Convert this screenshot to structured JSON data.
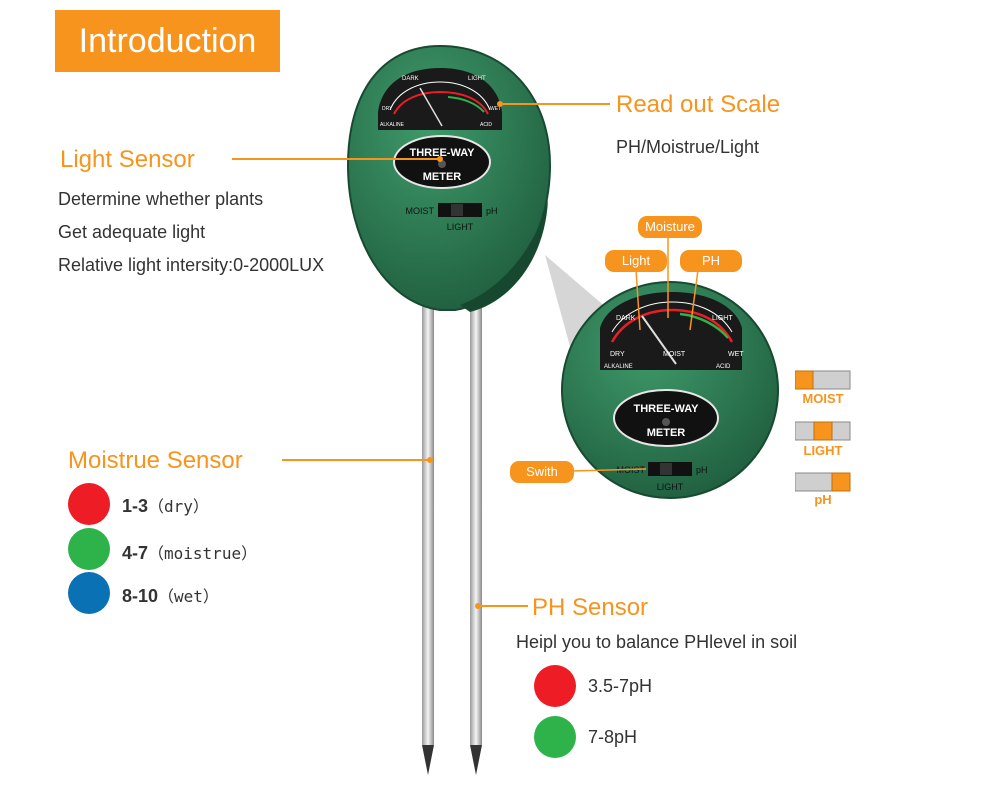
{
  "title": "Introduction",
  "read_out": {
    "heading": "Read out Scale",
    "subtitle": "PH/Moistrue/Light"
  },
  "light_sensor": {
    "heading": "Light Sensor",
    "lines": [
      "Determine whether plants",
      "Get adequate light",
      "Relative light intersity:0-2000LUX"
    ]
  },
  "moisture_sensor": {
    "heading": "Moistrue Sensor",
    "items": [
      {
        "range": "1-3",
        "label": "（dry）",
        "color": "#ee1c24"
      },
      {
        "range": "4-7",
        "label": "（moistrue）",
        "color": "#2db34a"
      },
      {
        "range": "8-10",
        "label": "（wet）",
        "color": "#0a72b4"
      }
    ]
  },
  "ph_sensor": {
    "heading": "PH Sensor",
    "subtitle": "Heipl you to balance PHlevel in soil",
    "items": [
      {
        "label": "3.5-7pH",
        "color": "#ee1c24"
      },
      {
        "label": "7-8pH",
        "color": "#2db34a"
      }
    ]
  },
  "callouts": {
    "light": "Light",
    "moisture": "Moisture",
    "ph": "PH",
    "switch": "Swith"
  },
  "switch_positions": [
    "MOIST",
    "LIGHT",
    "pH"
  ],
  "meter": {
    "brand_line1": "THREE-WAY",
    "brand_line2": "METER",
    "switch_left": "MOIST",
    "switch_right": "pH",
    "switch_bottom": "LIGHT",
    "scale_dark": "DARK",
    "scale_light": "LIGHT",
    "scale_dry": "DRY",
    "scale_wet": "WET",
    "scale_moist": "MOIST",
    "scale_alkaline": "ALKALINE",
    "scale_acid": "ACID"
  },
  "colors": {
    "accent": "#f7941d",
    "meter_green": "#2e7d55",
    "meter_dark": "#1f5a3c"
  }
}
